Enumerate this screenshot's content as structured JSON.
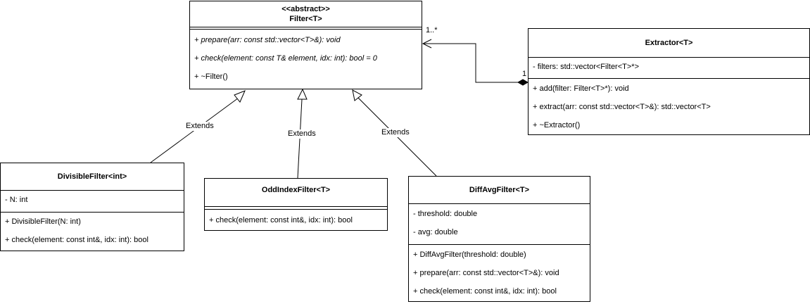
{
  "filter": {
    "stereotype": "<<abstract>>",
    "name": "Filter<T>",
    "methods": [
      "+ prepare(arr: const std::vector<T>&): void",
      "+ check(element: const T& element, idx: int): bool = 0",
      "+ ~Filter()"
    ]
  },
  "extractor": {
    "name": "Extractor<T>",
    "attributes": [
      "- filters: std::vector<Filter<T>*>"
    ],
    "methods": [
      "+ add(filter: Filter<T>*): void",
      "+ extract(arr: const std::vector<T>&): std::vector<T>",
      "+ ~Extractor()"
    ]
  },
  "divisible": {
    "name": "DivisibleFilter<int>",
    "attributes": [
      "- N: int"
    ],
    "methods": [
      "+ DivisibleFilter(N: int)",
      "+ check(element: const int&, idx: int): bool"
    ]
  },
  "oddindex": {
    "name": "OddIndexFilter<T>",
    "methods": [
      "+ check(element: const int&, idx: int): bool"
    ]
  },
  "diffavg": {
    "name": "DiffAvgFilter<T>",
    "attributes": [
      "- threshold: double",
      "- avg: double"
    ],
    "methods": [
      "+ DiffAvgFilter(threshold: double)",
      "+ prepare(arr: const std::vector<T>&): void",
      "+ check(element: const int&, idx: int): bool"
    ]
  },
  "relations": {
    "extends_label": "Extends",
    "multiplicity_filter_end": "1..*",
    "multiplicity_extractor_end": "1"
  }
}
